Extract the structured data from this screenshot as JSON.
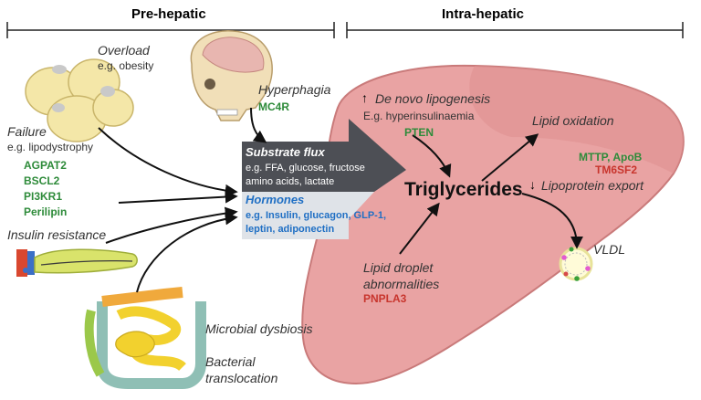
{
  "header": {
    "pre_hepatic": "Pre-hepatic",
    "intra_hepatic": "Intra-hepatic"
  },
  "overload": {
    "title": "Overload",
    "example": "e.g. obesity"
  },
  "failure": {
    "title": "Failure",
    "example": "e.g. lipodystrophy",
    "genes": [
      "AGPAT2",
      "BSCL2",
      "PI3KR1",
      "Perilipin"
    ]
  },
  "insulin_resistance": {
    "title": "Insulin resistance"
  },
  "hyperphagia": {
    "title": "Hyperphagia",
    "gene": "MC4R"
  },
  "microbial": {
    "dysbiosis": "Microbial dysbiosis",
    "bacterial": "Bacterial",
    "translocation": "translocation"
  },
  "arrow_box": {
    "substrate_title": "Substrate flux",
    "substrate_line1": "e.g. FFA, glucose, fructose",
    "substrate_line2": "amino acids, lactate",
    "hormones_title": "Hormones",
    "hormones_line1": "e.g. Insulin, glucagon, GLP-1,",
    "hormones_line2": "leptin, adiponectin"
  },
  "liver": {
    "dnl_arrow": "↑",
    "dnl_title": "De novo lipogenesis",
    "dnl_example": "E.g. hyperinsulinaemia",
    "dnl_gene": "PTEN",
    "triglycerides": "Triglycerides",
    "lipid_oxidation": "Lipid oxidation",
    "export_arrow": "↓",
    "lipoprotein_export": "Lipoprotein export",
    "export_genes_green": "MTTP, ApoB",
    "export_gene_red": "TM6SF2",
    "droplet_line1": "Lipid droplet",
    "droplet_line2": "abnormalities",
    "droplet_gene": "PNPLA3",
    "vldl": "VLDL"
  },
  "colors": {
    "liver_fill": "#e9a3a3",
    "liver_stroke": "#c97a7a",
    "arrow_dark": "#4d4f55",
    "arrow_light": "#dfe3e8",
    "gene_green": "#2e8b3a",
    "gene_red": "#c8352d",
    "hormone_blue": "#1f6fc4"
  }
}
